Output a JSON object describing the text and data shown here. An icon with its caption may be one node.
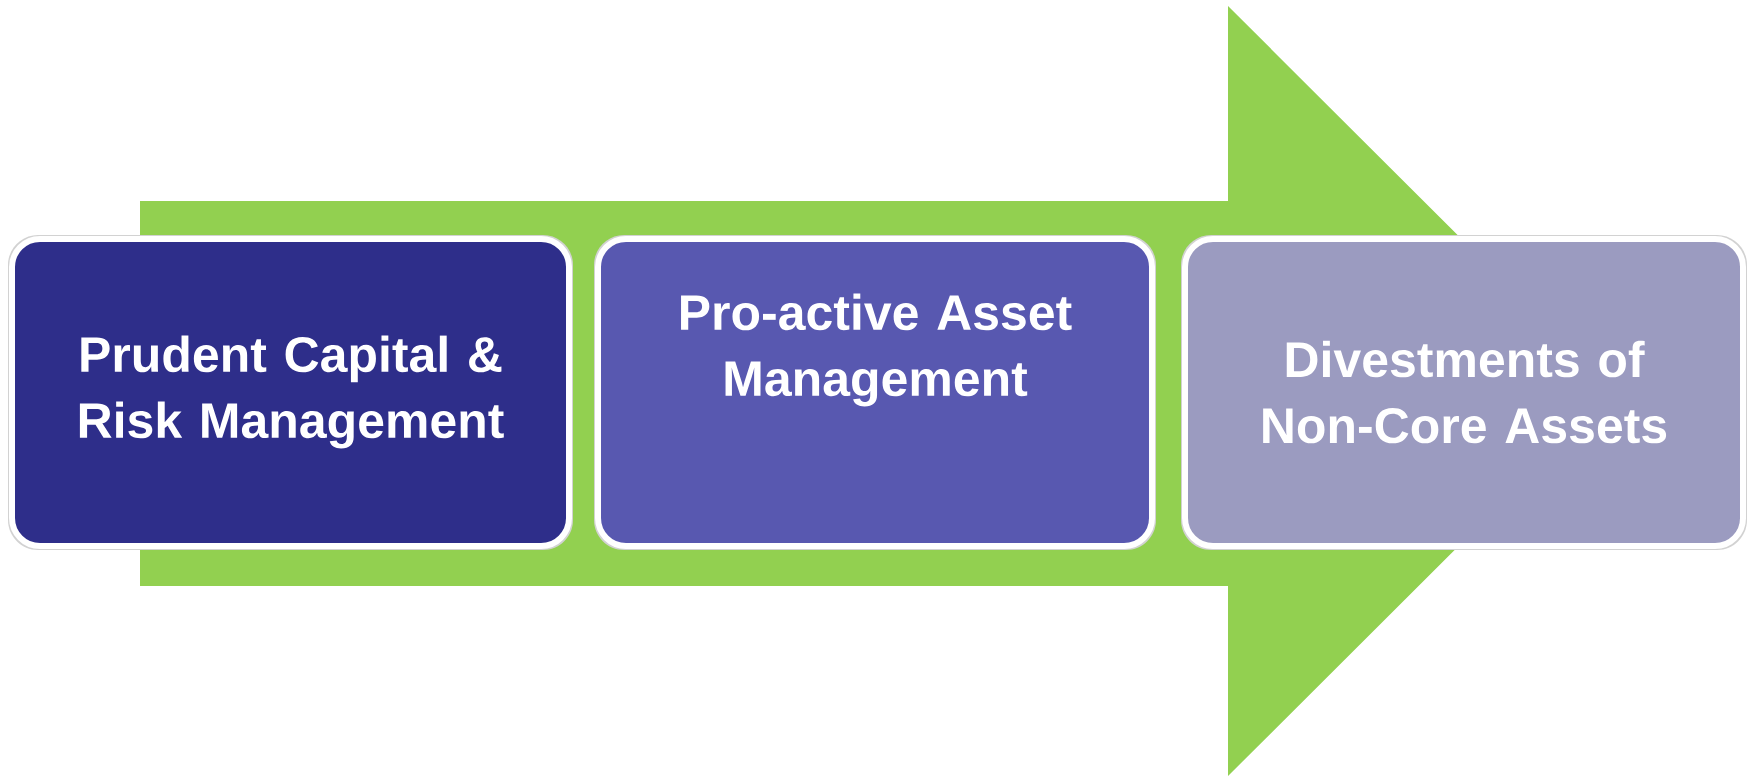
{
  "diagram": {
    "nodes": [
      {
        "text": [
          "Prudent Capital & Risk Management"
        ]
      },
      {
        "text": [
          "Pro-active Asset Management"
        ]
      },
      {
        "text": [
          "Divestments of Non-Core Assets"
        ]
      }
    ],
    "edges": [
      {
        "from": 0,
        "to": 2,
        "arrow": "to"
      }
    ]
  }
}
